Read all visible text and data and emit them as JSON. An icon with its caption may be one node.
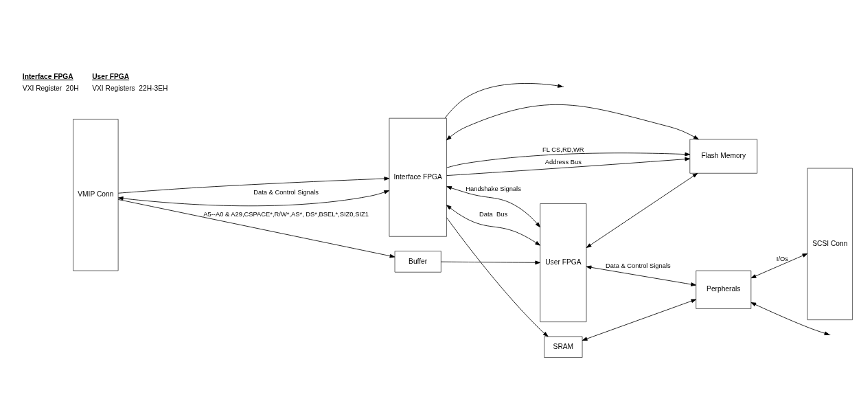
{
  "diagram": {
    "nodes": [
      {
        "text": [
          "VMIP Conn"
        ]
      },
      {
        "text": [
          "Buffer"
        ]
      },
      {
        "text": [
          "Interface FPGA"
        ]
      },
      {
        "text": [
          "Flash Memory"
        ]
      },
      {
        "text": [
          "User FPGA"
        ]
      },
      {
        "text": [
          "SRAM"
        ]
      },
      {
        "text": [
          "Perpherals"
        ]
      },
      {
        "text": [
          "SCSI Conn"
        ]
      }
    ],
    "edges": [
      {
        "from": 0,
        "to": 1,
        "arrow": "to",
        "label": "A5--A0 & A29,CSPACE*,R/W*,AS*, DS*,BSEL*,SIZ0,SIZ1"
      },
      {
        "from": 0,
        "to": 2,
        "arrow": "to"
      },
      {
        "from": 1,
        "to": 4,
        "arrow": "to"
      },
      {
        "from": 0,
        "to": 2,
        "arrow": "both",
        "label": "Data & Control Signals"
      },
      {
        "from": 2,
        "to": 4,
        "arrow": "both",
        "label": "Handshake Signals"
      },
      {
        "from": 2,
        "to": 4,
        "arrow": "both",
        "label": "Data  Bus"
      },
      {
        "from": 2,
        "to": 3,
        "arrow": "both"
      },
      {
        "from": 4,
        "to": 3,
        "arrow": "both"
      },
      {
        "from": 2,
        "to": 3,
        "arrow": "to",
        "label": "FL CS,RD,WR"
      },
      {
        "from": 2,
        "to": 3,
        "arrow": "to",
        "label": "Address Bus"
      },
      {
        "from": 2,
        "to": 5,
        "arrow": "to"
      },
      {
        "from": 2,
        "to": null,
        "arrow": "to"
      },
      {
        "from": 4,
        "to": 6,
        "arrow": "both",
        "label": "Data & Control Signals"
      },
      {
        "from": 5,
        "to": 6,
        "arrow": "both"
      },
      {
        "from": 6,
        "to": null,
        "arrow": "both"
      },
      {
        "from": 6,
        "to": 7,
        "arrow": "both",
        "label": "I/Os"
      }
    ],
    "labels": [
      "Interface FPGA",
      "VXI Register",
      "20H",
      "User FPGA",
      "VXI Registers",
      "22H-3EH"
    ]
  }
}
